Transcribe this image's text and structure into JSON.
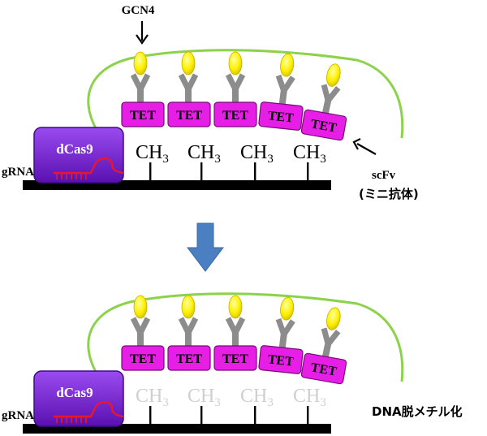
{
  "labels": {
    "gcn4": "GCN4",
    "scfv_line1": "scFv",
    "scfv_line2": "(ミニ抗体)",
    "grna_top": "gRNA",
    "grna_bottom": "gRNA",
    "demethylation": "DNA脱メチル化"
  },
  "panels": [
    {
      "id": "before",
      "dcas9_label": "dCas9",
      "tet_labels": [
        "TET",
        "TET",
        "TET",
        "TET",
        "TET"
      ],
      "methyl_label_main": "CH",
      "methyl_label_sub": "3",
      "methyl_count": 4,
      "methyl_state": "present"
    },
    {
      "id": "after",
      "dcas9_label": "dCas9",
      "tet_labels": [
        "TET",
        "TET",
        "TET",
        "TET",
        "TET"
      ],
      "methyl_label_main": "CH",
      "methyl_label_sub": "3",
      "methyl_count": 4,
      "methyl_state": "removed"
    }
  ],
  "colors": {
    "dcas9_fill": "#7a1fd6",
    "tet_fill": "#e61ee6",
    "gcn4_fill": "#ffee00",
    "scfv_fill": "#8c8c8c",
    "linker": "#8cd24a",
    "grna": "#e8182a",
    "dna": "#000000",
    "arrow": "#4a7fc1",
    "methyl_removed": "#cfcfcf"
  }
}
